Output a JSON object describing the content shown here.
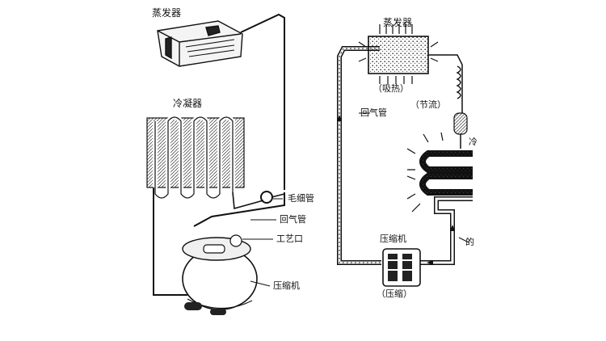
{
  "left_diagram": {
    "evaporator": "蒸发器",
    "condenser": "冷凝器",
    "capillary": "毛细管",
    "return_pipe": "回气管",
    "process_port": "工艺口",
    "compressor": "压缩机"
  },
  "right_diagram": {
    "evaporator": "蒸发器",
    "absorb_heat": "（吸热）",
    "throttle": "（节流）",
    "return_pipe": "回气管",
    "compressor": "压缩机",
    "compress": "（压缩）",
    "cut_label_1": "冷",
    "cut_label_2": "的"
  }
}
